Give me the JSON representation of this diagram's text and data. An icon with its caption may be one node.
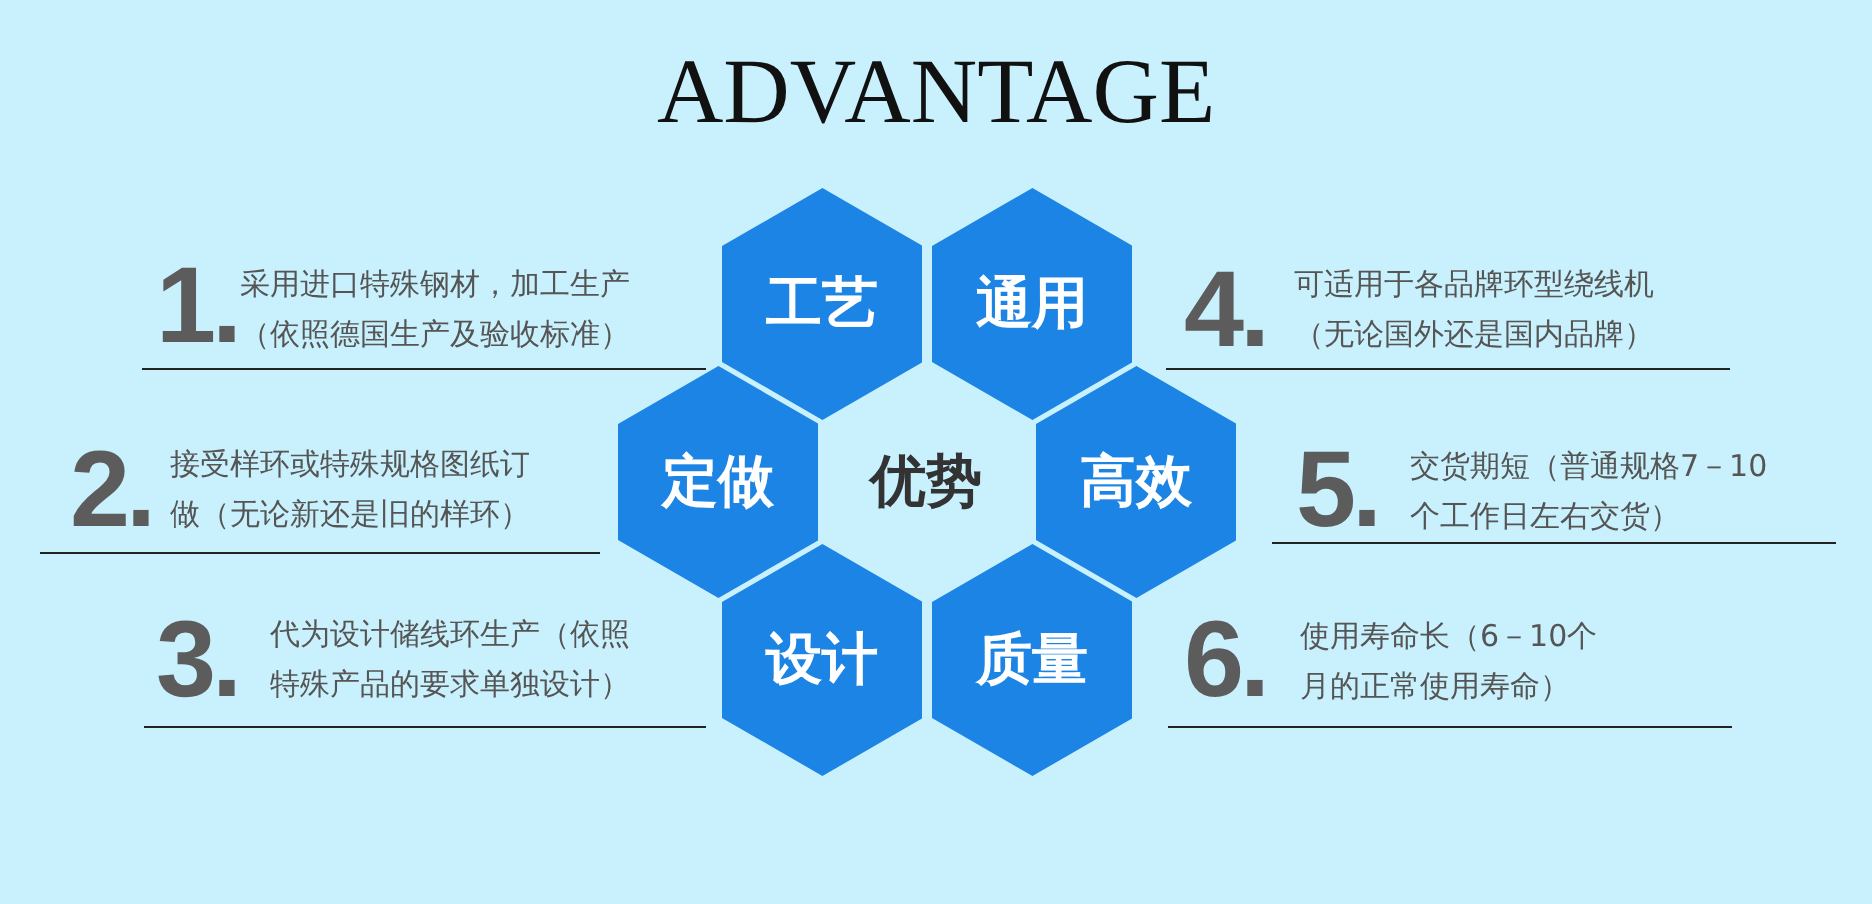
{
  "diagram": {
    "title": "ADVANTAGE",
    "nodes": [
      {
        "text": [
          "工艺"
        ]
      },
      {
        "text": [
          "通用"
        ]
      },
      {
        "text": [
          "定做"
        ]
      },
      {
        "text": [
          "高效"
        ]
      },
      {
        "text": [
          "设计"
        ]
      },
      {
        "text": [
          "质量"
        ]
      }
    ],
    "labels": [
      "1.",
      "采用进口特殊钢材，加工生产（依照德国生产及验收标准）",
      "4.",
      "可适用于各品牌环型绕线机（无论国外还是国内品牌）",
      "2.",
      "接受样环或特殊规格图纸订做（无论新还是旧的样环）",
      "优势",
      "5.",
      "交货期短（普通规格7－10个工作日左右交货）",
      "3.",
      "代为设计储线环生产（依照特殊产品的要求单独设计）",
      "6.",
      "使用寿命长（6－10个月的正常使用寿命）"
    ]
  }
}
